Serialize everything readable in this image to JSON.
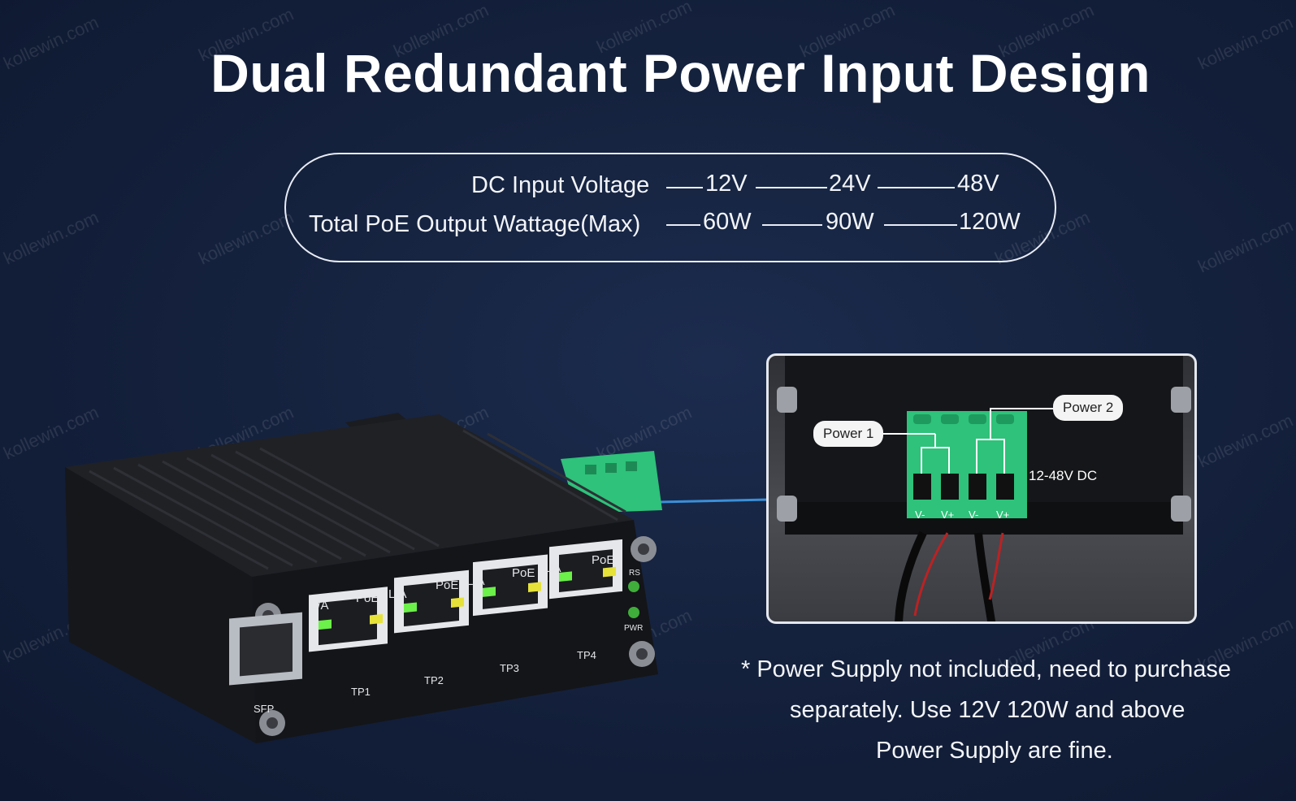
{
  "title": "Dual Redundant Power Input Design",
  "specs": {
    "voltage_label": "DC Input Voltage",
    "wattage_label": "Total PoE Output Wattage(Max)",
    "voltages": [
      "12V",
      "24V",
      "48V"
    ],
    "wattages": [
      "60W",
      "90W",
      "120W"
    ]
  },
  "switch_labels": {
    "la": "L/A",
    "poe": "PoE",
    "ports": [
      "TP1",
      "TP2",
      "TP3",
      "TP4"
    ],
    "sfp": "SFP",
    "pwr": "PWR",
    "rs": "RS"
  },
  "inset": {
    "power1": "Power 1",
    "power2": "Power 2",
    "range": "12-48V DC",
    "terminals": [
      "V-",
      "V+",
      "V-",
      "V+"
    ]
  },
  "note": {
    "line1": "* Power Supply not included, need to purchase",
    "line2": "separately. Use 12V 120W and above",
    "line3": "Power Supply are fine."
  },
  "watermark": "kollewin.com",
  "colors": {
    "terminal_green": "#2ec27a",
    "led_green": "#6cf04a",
    "led_yellow": "#e6e23a",
    "cable_blue": "#3a8fd8"
  }
}
